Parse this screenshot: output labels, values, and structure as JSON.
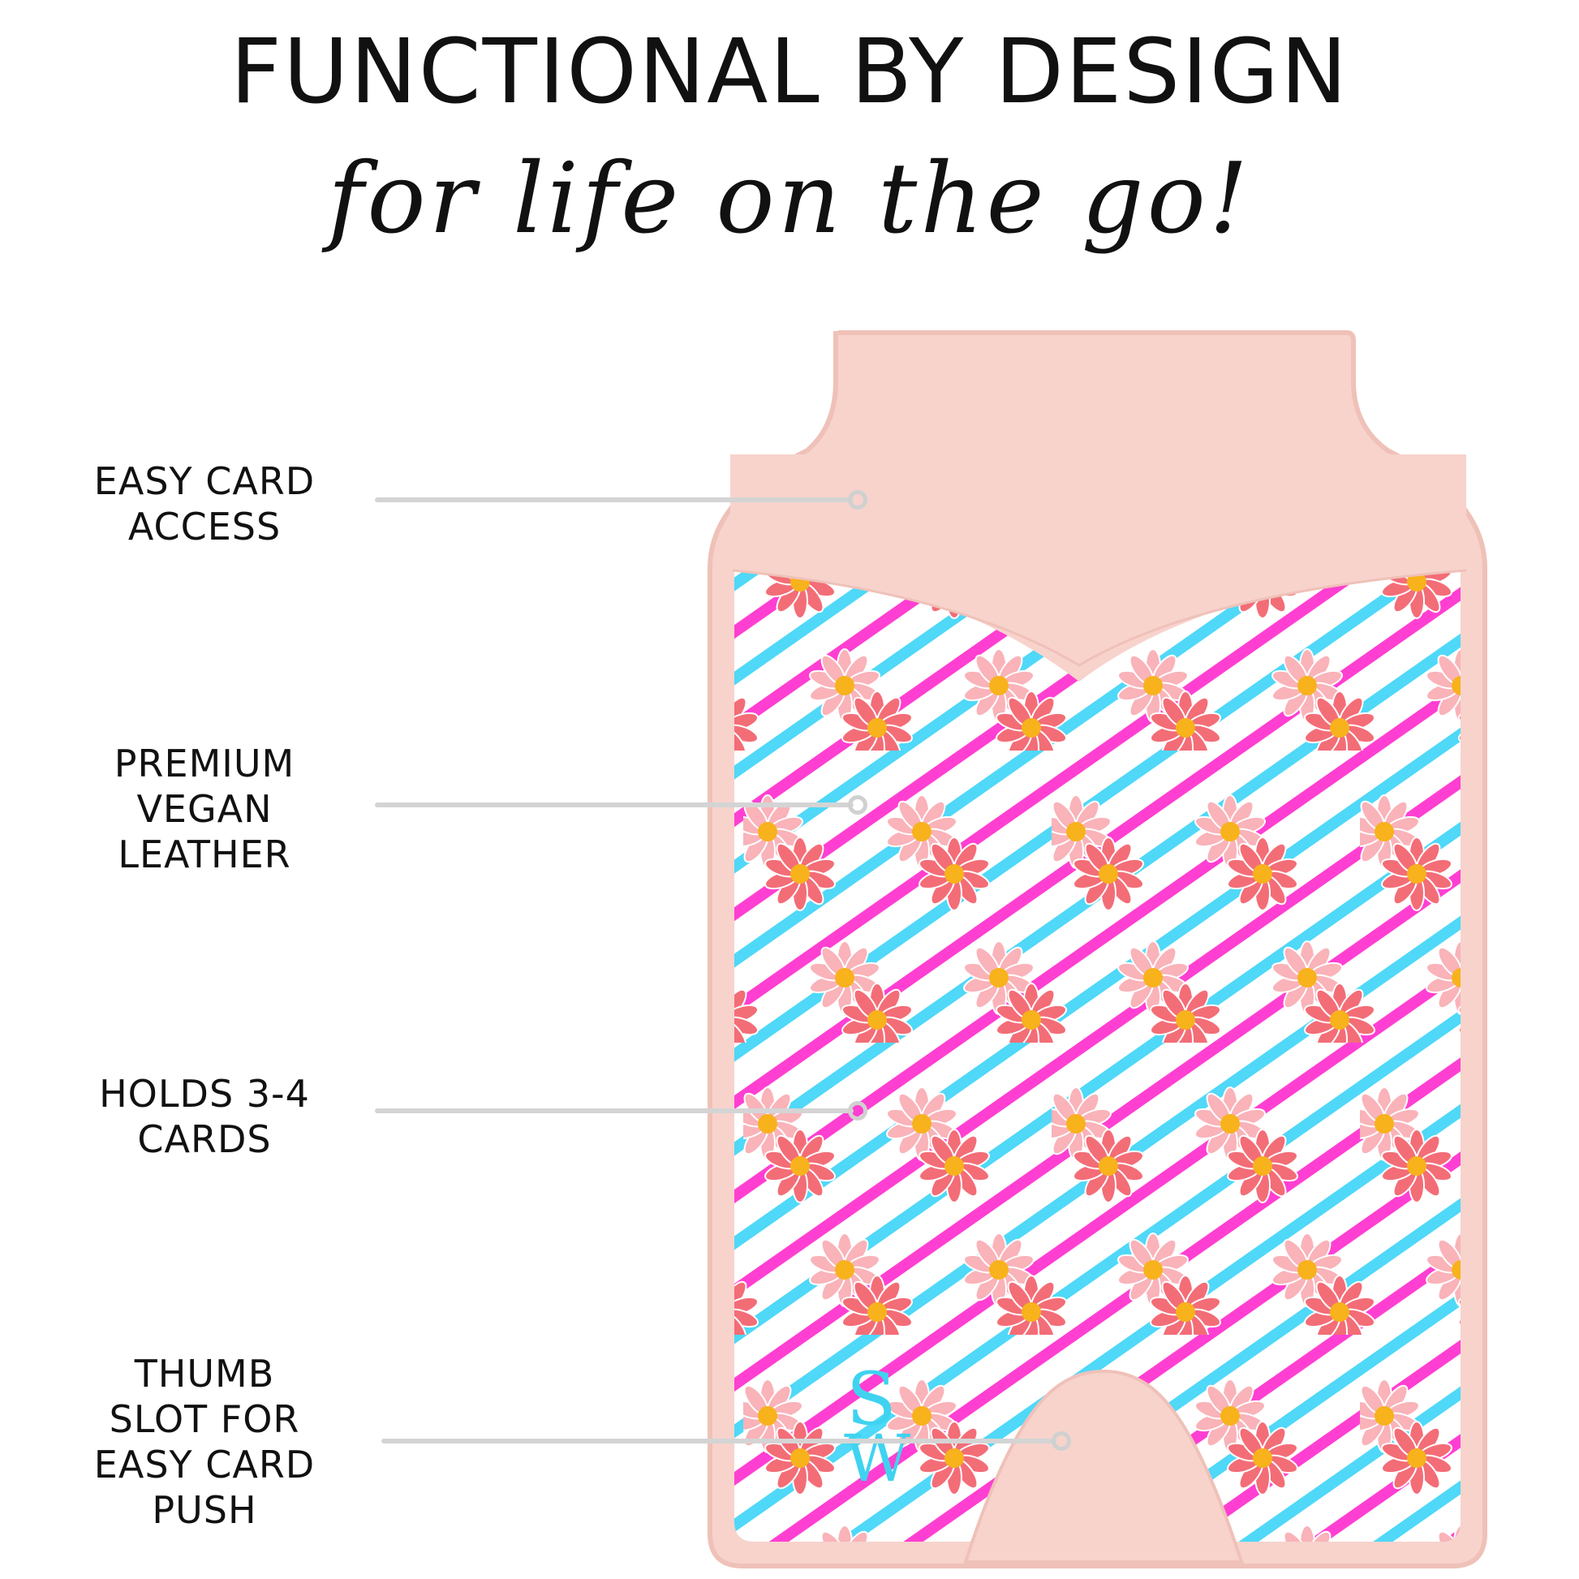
{
  "header": {
    "title": "FUNCTIONAL BY DESIGN",
    "subtitle": "for life on the go!"
  },
  "features": [
    {
      "lines": [
        "EASY CARD",
        "ACCESS"
      ]
    },
    {
      "lines": [
        "PREMIUM",
        "VEGAN",
        "LEATHER"
      ]
    },
    {
      "lines": [
        "HOLDS 3-4",
        "CARDS"
      ]
    },
    {
      "lines": [
        "THUMB",
        "SLOT FOR",
        "EASY CARD",
        "PUSH"
      ]
    }
  ],
  "brand": {
    "monogram_top": "S",
    "monogram_bottom": "W",
    "monogram_color": "#3fd3f0"
  },
  "colors": {
    "leather": "#f7d3cc",
    "leather_edge": "#efc1b8",
    "stripe_pink": "#ff3fd2",
    "stripe_blue": "#4fd8f8",
    "daisy_light": "#f9b3b9",
    "daisy_coral": "#f36d77",
    "daisy_center": "#f7b21c",
    "leader_line": "#d4d4d4"
  }
}
